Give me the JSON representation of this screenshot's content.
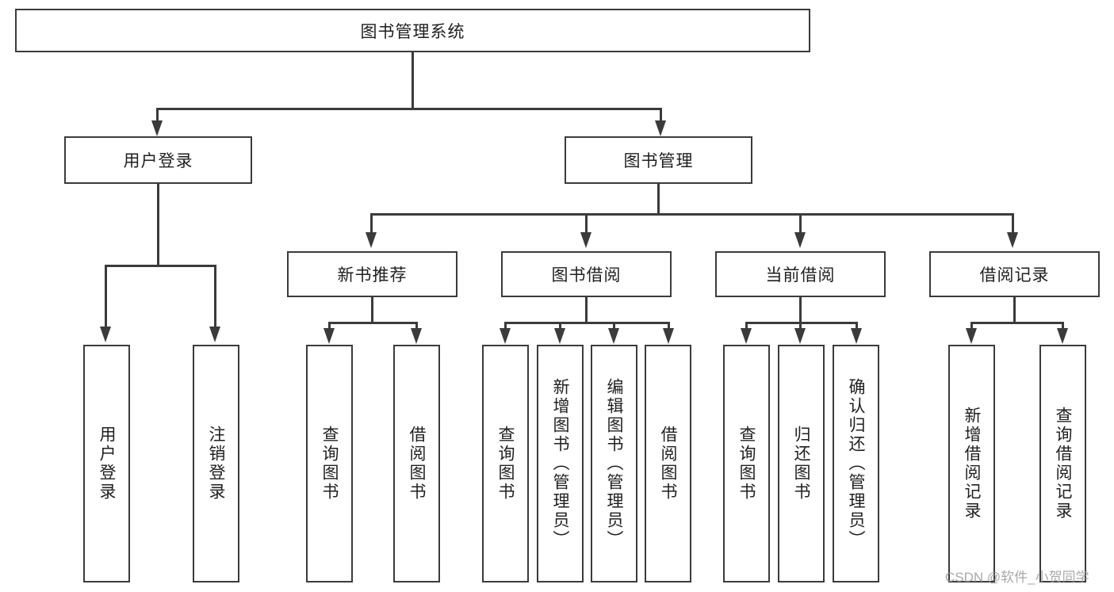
{
  "diagram": {
    "title": "图书管理系统",
    "root": {
      "label": "图书管理系统"
    },
    "level2": [
      {
        "label": "用户登录"
      },
      {
        "label": "图书管理"
      }
    ],
    "level3": [
      {
        "label": "新书推荐"
      },
      {
        "label": "图书借阅"
      },
      {
        "label": "当前借阅"
      },
      {
        "label": "借阅记录"
      }
    ],
    "leaves": {
      "user_login": [
        {
          "label": "用户登录"
        },
        {
          "label": "注销登录"
        }
      ],
      "new_book": [
        {
          "label": "查询图书"
        },
        {
          "label": "借阅图书"
        }
      ],
      "book_borrow": [
        {
          "label": "查询图书"
        },
        {
          "label": "新增图书（管理员）"
        },
        {
          "label": "编辑图书（管理员）"
        },
        {
          "label": "借阅图书"
        }
      ],
      "current_borrow": [
        {
          "label": "查询图书"
        },
        {
          "label": "归还图书"
        },
        {
          "label": "确认归还（管理员）"
        }
      ],
      "borrow_record": [
        {
          "label": "新增借阅记录"
        },
        {
          "label": "查询借阅记录"
        }
      ]
    }
  },
  "watermark": {
    "text": "CSDN @软件_小贺同学"
  },
  "colors": {
    "stroke": "#3b3b3b",
    "text": "#1f1f1f",
    "background": "#ffffff",
    "watermark": "#9a9a9a"
  }
}
